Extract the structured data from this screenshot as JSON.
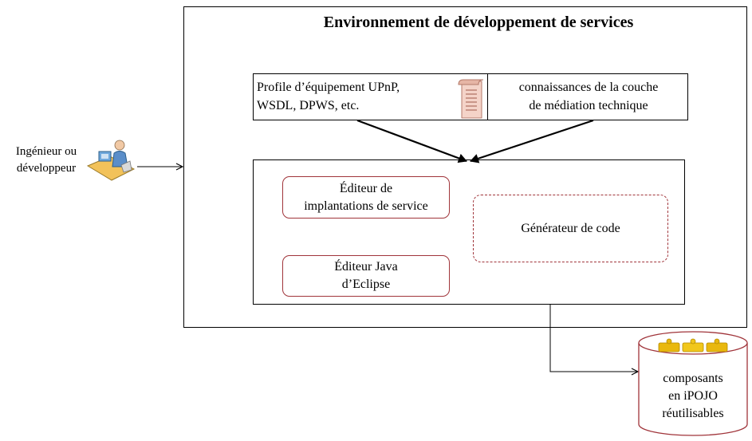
{
  "diagram": {
    "title": "Environnement de développement de services",
    "inputs": {
      "left_line1": "Profile d’équipement UPnP,",
      "left_line2": "WSDL, DPWS, etc.",
      "right_line1": "connaissances de la couche",
      "right_line2": "de médiation  technique"
    },
    "editor1": {
      "line1": "Éditeur de",
      "line2": "implantations de service"
    },
    "editor2": {
      "line1": "Éditeur Java",
      "line2": "d’Eclipse"
    },
    "generator": "Générateur de code",
    "actor": {
      "line1": "Ingénieur ou",
      "line2": "développeur"
    },
    "output": {
      "line1": "composants",
      "line2": "en iPOJO",
      "line3": "réutilisables"
    }
  }
}
